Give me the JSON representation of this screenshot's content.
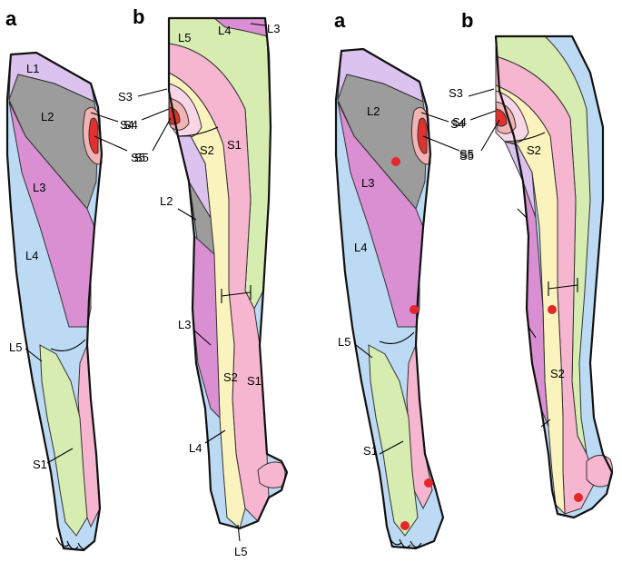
{
  "colors": {
    "L1": "#dcc3ef",
    "L2": "#9c9c9c",
    "L3": "#d98fd2",
    "L4": "#bcdaf3",
    "L5": "#d6ecb0",
    "S1": "#f7b6cf",
    "S2": "#fbf3bd",
    "S3": "#f8d6e6",
    "S4": "#f4b3b3",
    "S5": "#e0312f",
    "marker": "#e3272b"
  },
  "panels": [
    {
      "letter": "a",
      "labels": {
        "L1": "L1",
        "L2": "L2",
        "S4": "S4",
        "S5": "S5",
        "L3": "L3",
        "L4": "L4",
        "L5": "L5",
        "S1": "S1"
      }
    },
    {
      "letter": "b",
      "labels": {
        "L3top": "L3",
        "L4top": "L4",
        "L5top": "L5",
        "S3": "S3",
        "S4": "S4",
        "S5": "S5",
        "S2": "S2",
        "S1": "S1",
        "L2": "L2",
        "L3": "L3",
        "S2b": "S2",
        "S1b": "S1",
        "L4": "L4",
        "L5": "L5"
      }
    },
    {
      "letter": "a",
      "labels": {
        "L2": "L2",
        "S4": "S4",
        "S5": "S5",
        "L3": "L3",
        "L4": "L4",
        "L5": "L5",
        "S1": "S1"
      }
    },
    {
      "letter": "b",
      "labels": {
        "S3": "S3",
        "S4": "S4",
        "S5": "S5",
        "S2": "S2",
        "S2b": "S2"
      }
    }
  ]
}
